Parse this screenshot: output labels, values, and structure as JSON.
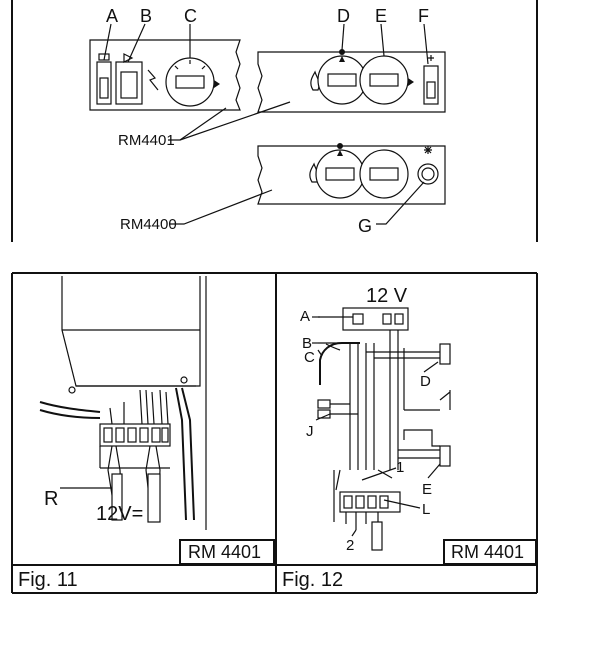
{
  "top_panel": {
    "labels": {
      "a": "A",
      "b": "B",
      "c": "C",
      "d": "D",
      "e": "E",
      "f": "F",
      "g": "G"
    },
    "models": {
      "upper": "RM4401",
      "lower": "RM4400"
    }
  },
  "fig11": {
    "caption": "Fig. 11",
    "model": "RM 4401",
    "label_r": "R",
    "voltage": "12V="
  },
  "fig12": {
    "caption": "Fig. 12",
    "model": "RM 4401",
    "voltage": "12 V",
    "labels": {
      "a": "A",
      "b": "B",
      "c": "C",
      "d": "D",
      "e": "E",
      "j": "J",
      "l": "L",
      "n1": "1",
      "n2": "2"
    }
  }
}
